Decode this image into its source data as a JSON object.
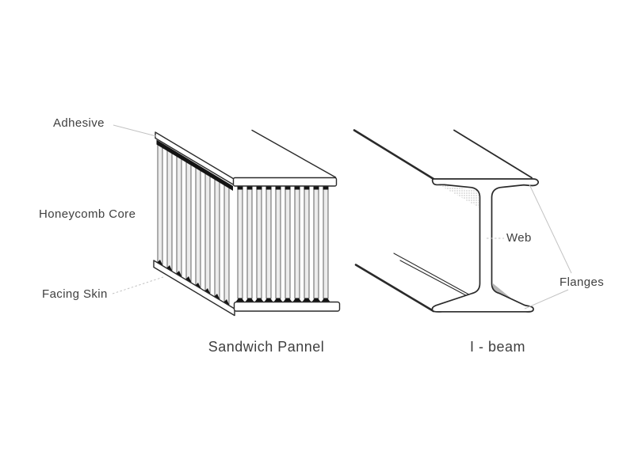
{
  "diagram": {
    "sandwich_panel": {
      "caption": "Sandwich Pannel",
      "labels": {
        "adhesive": "Adhesive",
        "honeycomb_core": "Honeycomb Core",
        "facing_skin": "Facing Skin"
      }
    },
    "i_beam": {
      "caption": "I - beam",
      "labels": {
        "web": "Web",
        "flanges": "Flanges"
      }
    }
  },
  "colors": {
    "ink": "#2a2a2a",
    "text": "#3f3f3f",
    "leader": "#c3c3c3",
    "shade": "#b5b5b5",
    "adhesive": "#141414",
    "background": "#ffffff"
  }
}
